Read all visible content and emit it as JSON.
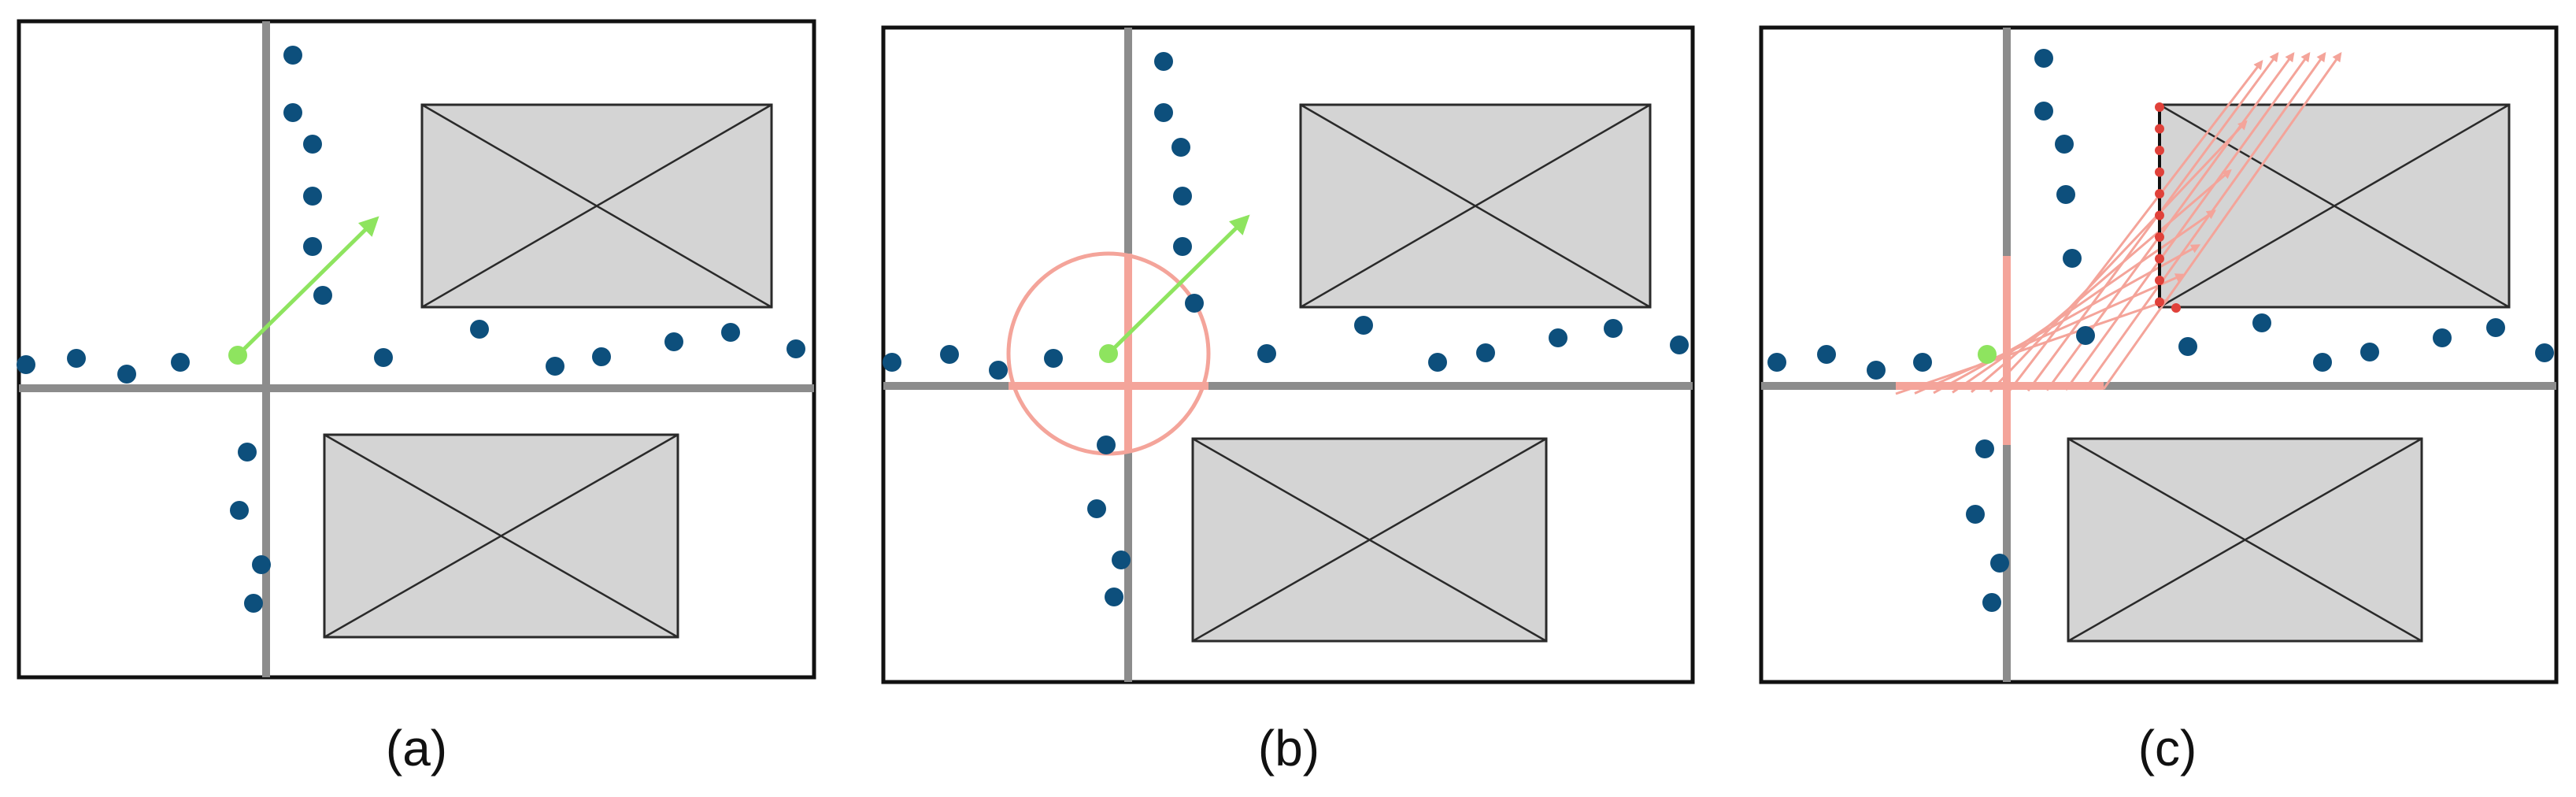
{
  "panels": [
    {
      "label": "(a)"
    },
    {
      "label": "(b)"
    },
    {
      "label": "(c)"
    }
  ],
  "colors": {
    "frame": "#111111",
    "road": "#8c8c8c",
    "obstacle_fill": "#d4d4d4",
    "obstacle_edge": "#2a2a2a",
    "point": "#0d4f7c",
    "ego": "#8ee45f",
    "highlight": "#f4a49a",
    "highlight_strong": "#e0413a"
  }
}
